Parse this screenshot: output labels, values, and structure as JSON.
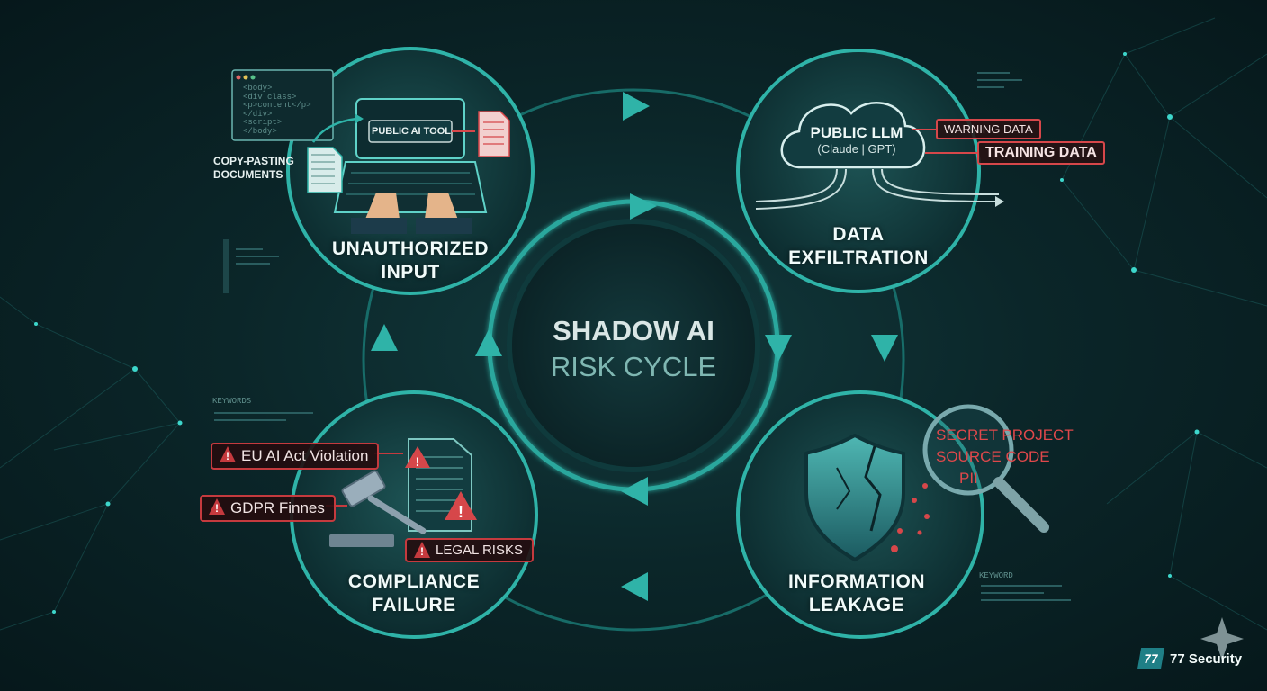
{
  "diagram": {
    "center_title_line1": "SHADOW AI",
    "center_title_line2": "RISK CYCLE",
    "nodes": {
      "unauthorized_input": {
        "title_line1": "UNAUTHORIZED",
        "title_line2": "INPUT",
        "tool_label": "PUBLIC AI TOOL",
        "side_label_line1": "COPY-PASTING",
        "side_label_line2": "DOCUMENTS",
        "code_lines": [
          "<body>",
          "<div class>",
          "<p>content</p>",
          "</div>",
          "<script>",
          "</body>"
        ]
      },
      "data_exfiltration": {
        "title_line1": "DATA",
        "title_line2": "EXFILTRATION",
        "cloud_line1": "PUBLIC LLM",
        "cloud_line2": "(Claude | GPT)",
        "tag_warning": "WARNING DATA",
        "tag_training": "TRAINING DATA"
      },
      "information_leakage": {
        "title_line1": "INFORMATION",
        "title_line2": "LEAKAGE",
        "leak_line1": "SECRET PROJECT",
        "leak_line2": "SOURCE CODE",
        "leak_line3": "PII",
        "keyword_label": "KEYWORD"
      },
      "compliance_failure": {
        "title_line1": "COMPLIANCE",
        "title_line2": "FAILURE",
        "alert_eu": "EU AI Act Violation",
        "alert_gdpr": "GDPR Finnes",
        "alert_legal": "LEGAL RISKS",
        "keywords_label": "KEYWORDS"
      }
    }
  },
  "brand": {
    "name": "77 Security",
    "logo_text": "77"
  },
  "colors": {
    "accent_teal": "#2fb3a8",
    "ring_teal": "#1f8f88",
    "alert_red": "#d6474a",
    "background": "#0b2629"
  },
  "icons": [
    "arrow-icon",
    "laptop-icon",
    "document-icon",
    "cloud-icon",
    "shield-icon",
    "magnifier-icon",
    "gavel-icon",
    "warning-icon",
    "sparkle-icon"
  ]
}
